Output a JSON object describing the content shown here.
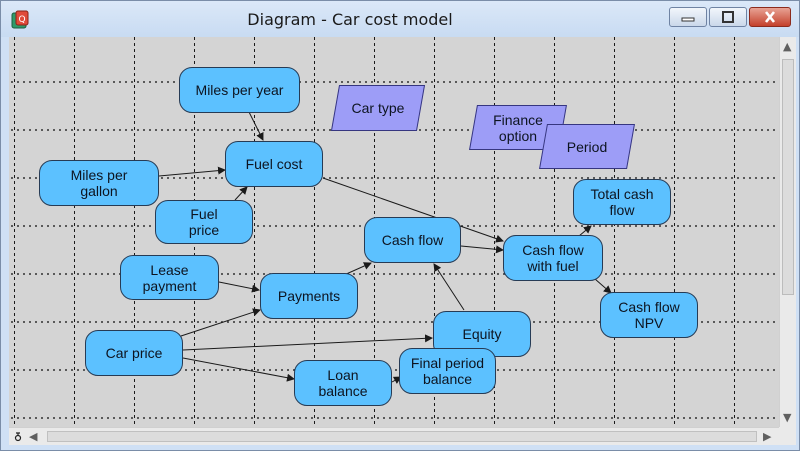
{
  "window": {
    "title": "Diagram - Car cost model",
    "app_icon": "diagram-app-icon",
    "controls": [
      "minimize-icon",
      "maximize-icon",
      "close-icon"
    ],
    "close_color": "#c4412b"
  },
  "diagram": {
    "node_color": "#5cc1ff",
    "parallelogram_color": "#9d9df7",
    "nodes": {
      "miles_per_year": "Miles per year",
      "fuel_cost": "Fuel cost",
      "miles_per_gallon": "Miles per gallon",
      "fuel_price": "Fuel price",
      "lease_payment": "Lease payment",
      "payments": "Payments",
      "car_price": "Car price",
      "cash_flow": "Cash flow",
      "equity": "Equity",
      "loan_balance": "Loan balance",
      "final_period_balance": "Final period balance",
      "cash_flow_with_fuel": "Cash flow with fuel",
      "total_cash_flow": "Total cash flow",
      "cash_flow_npv": "Cash flow NPV"
    },
    "indices": {
      "car_type": "Car type",
      "finance_option": "Finance option",
      "period": "Period"
    },
    "links": [
      [
        "miles_per_year",
        "fuel_cost"
      ],
      [
        "miles_per_gallon",
        "fuel_cost"
      ],
      [
        "fuel_price",
        "fuel_cost"
      ],
      [
        "fuel_cost",
        "cash_flow_with_fuel"
      ],
      [
        "lease_payment",
        "payments"
      ],
      [
        "car_price",
        "payments"
      ],
      [
        "car_price",
        "equity"
      ],
      [
        "car_price",
        "loan_balance"
      ],
      [
        "payments",
        "cash_flow"
      ],
      [
        "equity",
        "cash_flow"
      ],
      [
        "cash_flow",
        "cash_flow_with_fuel"
      ],
      [
        "cash_flow_with_fuel",
        "total_cash_flow"
      ],
      [
        "cash_flow_with_fuel",
        "cash_flow_npv"
      ],
      [
        "loan_balance",
        "final_period_balance"
      ]
    ]
  },
  "scrollbars": {
    "vertical": [
      "scroll-up-icon",
      "scroll-down-icon"
    ],
    "horizontal": [
      "scroll-left-icon",
      "scroll-right-icon"
    ]
  }
}
